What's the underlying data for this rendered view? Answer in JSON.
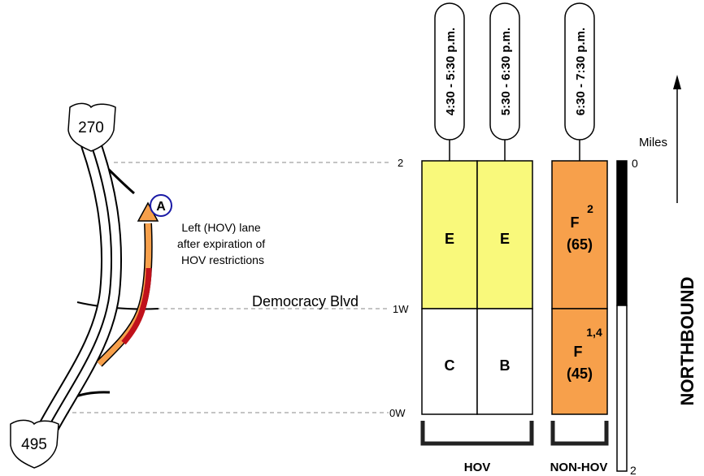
{
  "shields": {
    "top": "270",
    "bottom": "495"
  },
  "marker": {
    "letter": "A",
    "caption": [
      "Left (HOV) lane",
      "after expiration of",
      "HOV restrictions"
    ]
  },
  "road_label": "Democracy Blvd",
  "mile_markers": [
    "2",
    "1W",
    "0W"
  ],
  "time_periods": [
    "4:30 - 5:30 p.m.",
    "5:30 - 6:30 p.m.",
    "6:30 - 7:30 p.m."
  ],
  "grid": {
    "hov_upper": [
      "E",
      "E"
    ],
    "hov_lower": [
      "C",
      "B"
    ],
    "nonhov_upper": {
      "grade": "F",
      "sup": "2",
      "speed": "(65)"
    },
    "nonhov_lower": {
      "grade": "F",
      "sup": "1,4",
      "speed": "(45)"
    }
  },
  "groups": {
    "left": "HOV",
    "right": "NON-HOV"
  },
  "scale": {
    "title": "Miles",
    "top": "0",
    "bottom": "2"
  },
  "direction": "NORTHBOUND",
  "colors": {
    "los_e": "#f9f97b",
    "los_f": "#f7a04b",
    "los_good": "#ffffff",
    "highlight_red": "#c0111b",
    "marker_blue": "#1a1aa6"
  }
}
